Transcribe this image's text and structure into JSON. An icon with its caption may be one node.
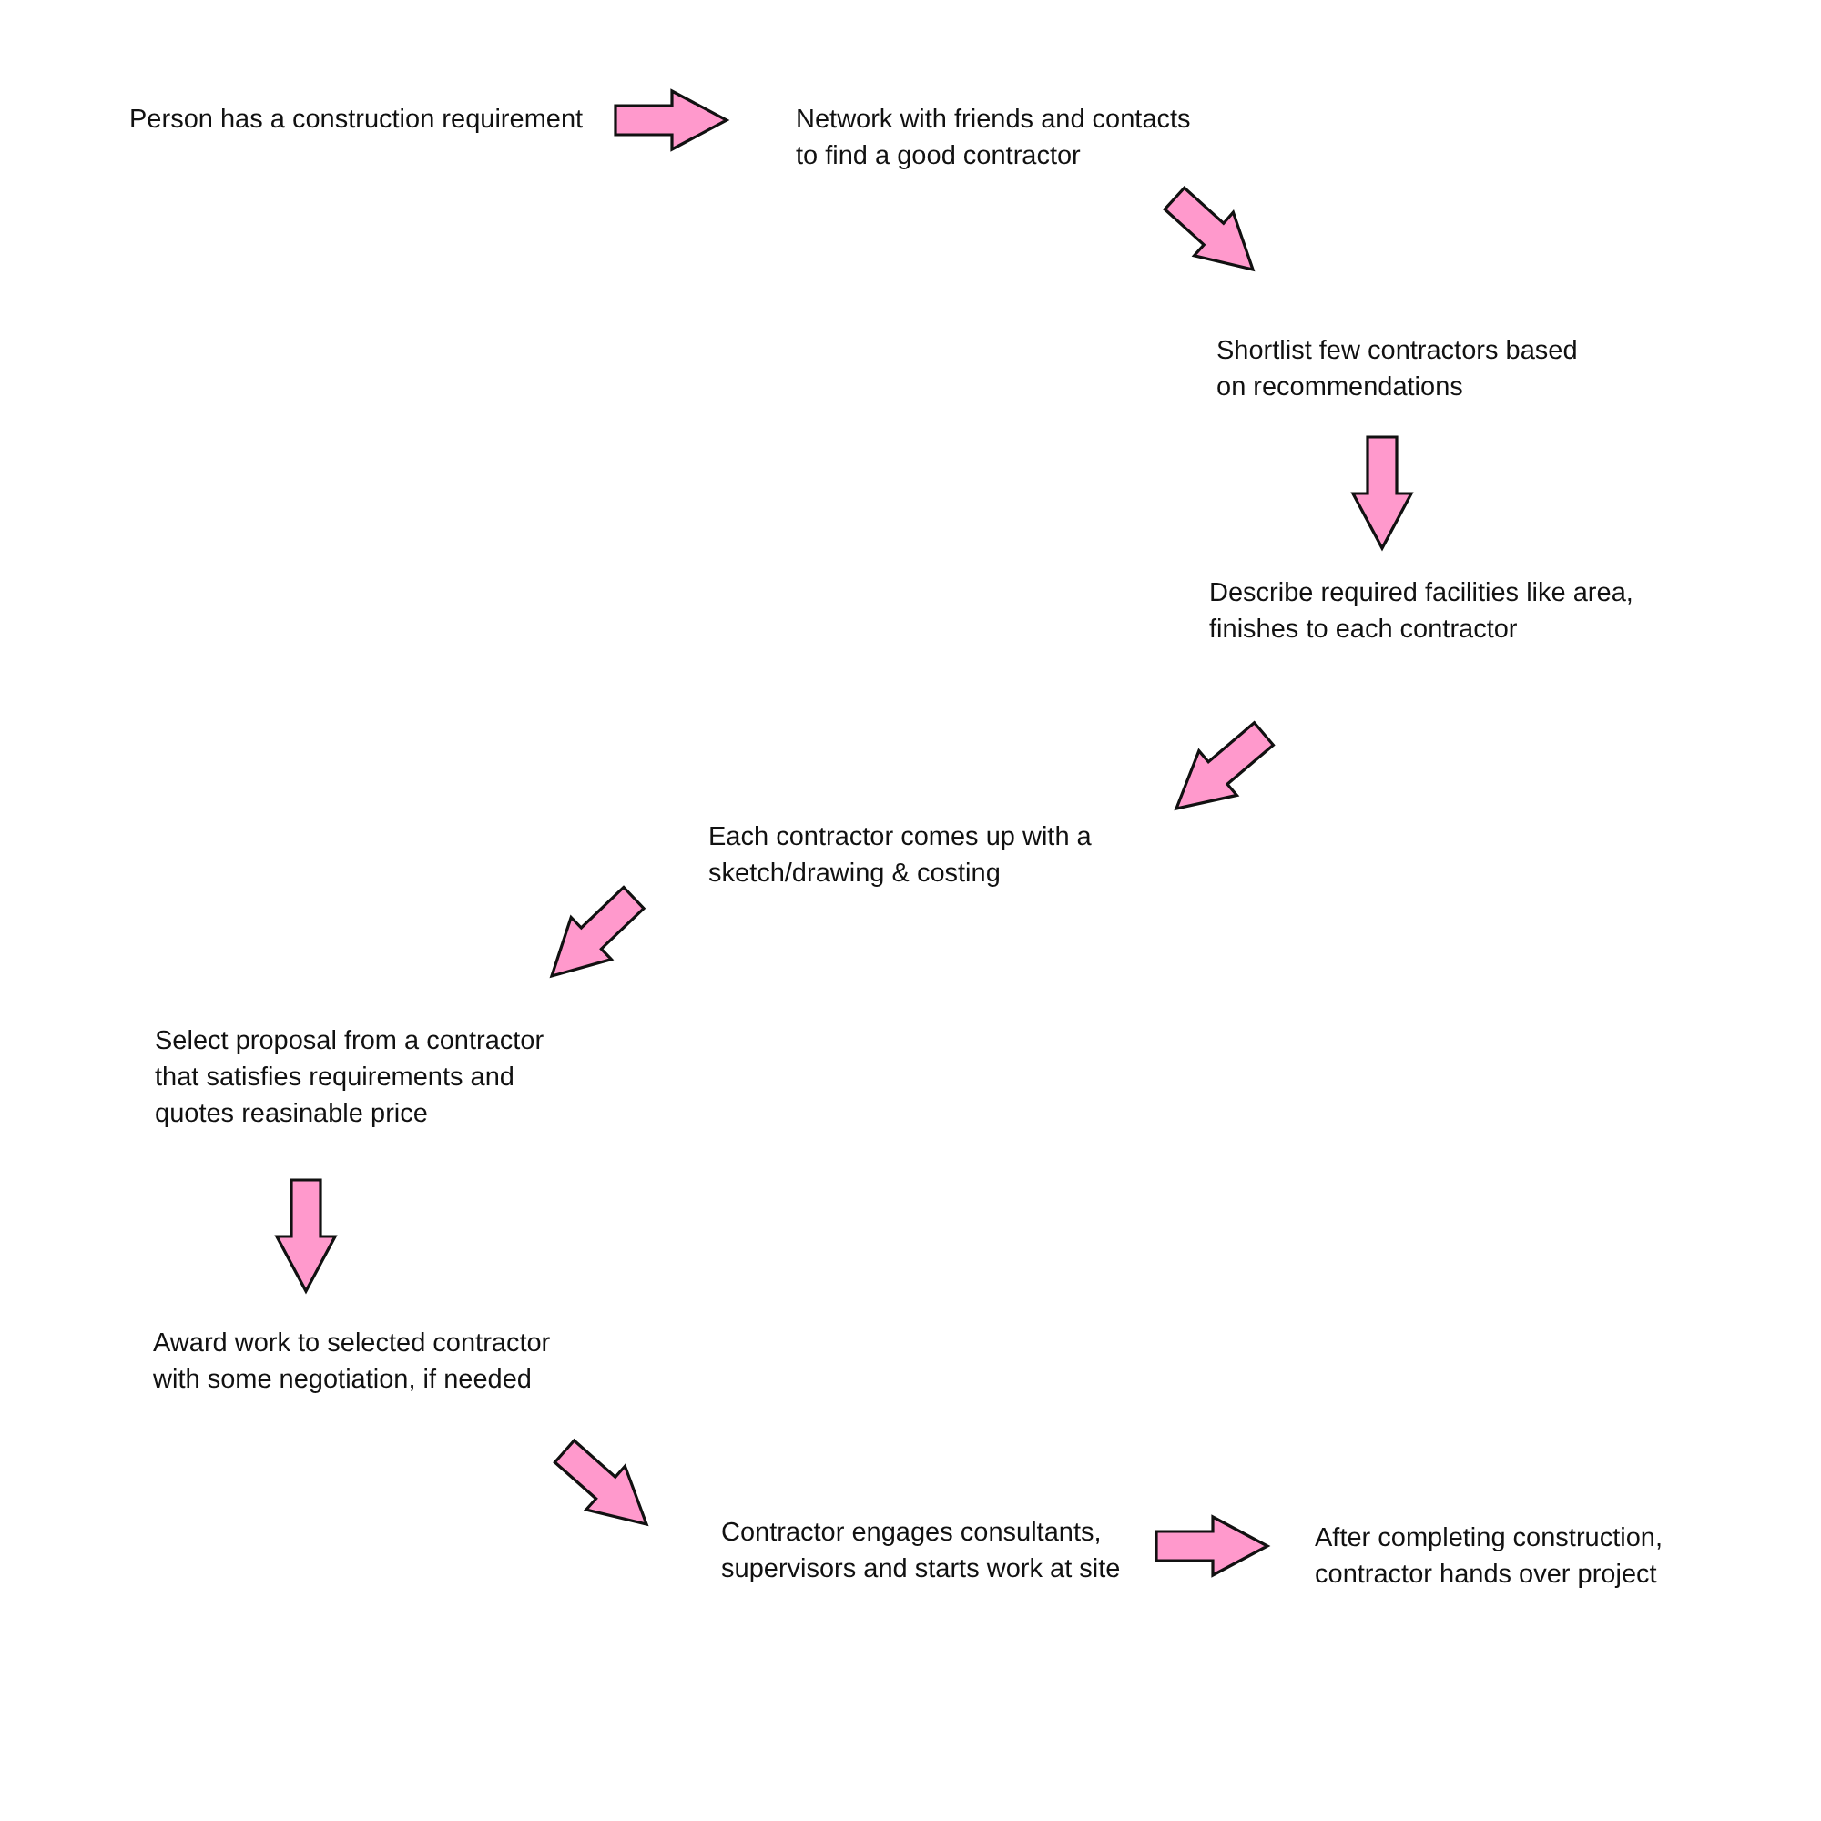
{
  "diagram": {
    "nodes": [
      {
        "text": [
          "Person has a construction requirement"
        ]
      },
      {
        "text": [
          "Network with friends and contacts to find a good contractor"
        ]
      },
      {
        "text": [
          "Shortlist few contractors based on recommendations"
        ]
      },
      {
        "text": [
          "Describe required facilities like area, finishes to each contractor"
        ]
      },
      {
        "text": [
          "Each contractor comes up with a sketch/drawing & costing"
        ]
      },
      {
        "text": [
          "Select proposal from a contractor that satisfies requirements and quotes reasinable price"
        ]
      },
      {
        "text": [
          "Award work to selected contractor with some negotiation, if needed"
        ]
      },
      {
        "text": [
          "Contractor engages consultants, supervisors and starts work at site"
        ]
      },
      {
        "text": [
          "After completing construction, contractor hands over project"
        ]
      }
    ],
    "edges": [
      {
        "from": 0,
        "to": 1,
        "arrow": "to"
      },
      {
        "from": 1,
        "to": 2,
        "arrow": "to"
      },
      {
        "from": 2,
        "to": 3,
        "arrow": "to"
      },
      {
        "from": 3,
        "to": 4,
        "arrow": "to"
      },
      {
        "from": 4,
        "to": 5,
        "arrow": "to"
      },
      {
        "from": 5,
        "to": 6,
        "arrow": "to"
      },
      {
        "from": 6,
        "to": 7,
        "arrow": "to"
      },
      {
        "from": 7,
        "to": 8,
        "arrow": "to"
      }
    ]
  }
}
